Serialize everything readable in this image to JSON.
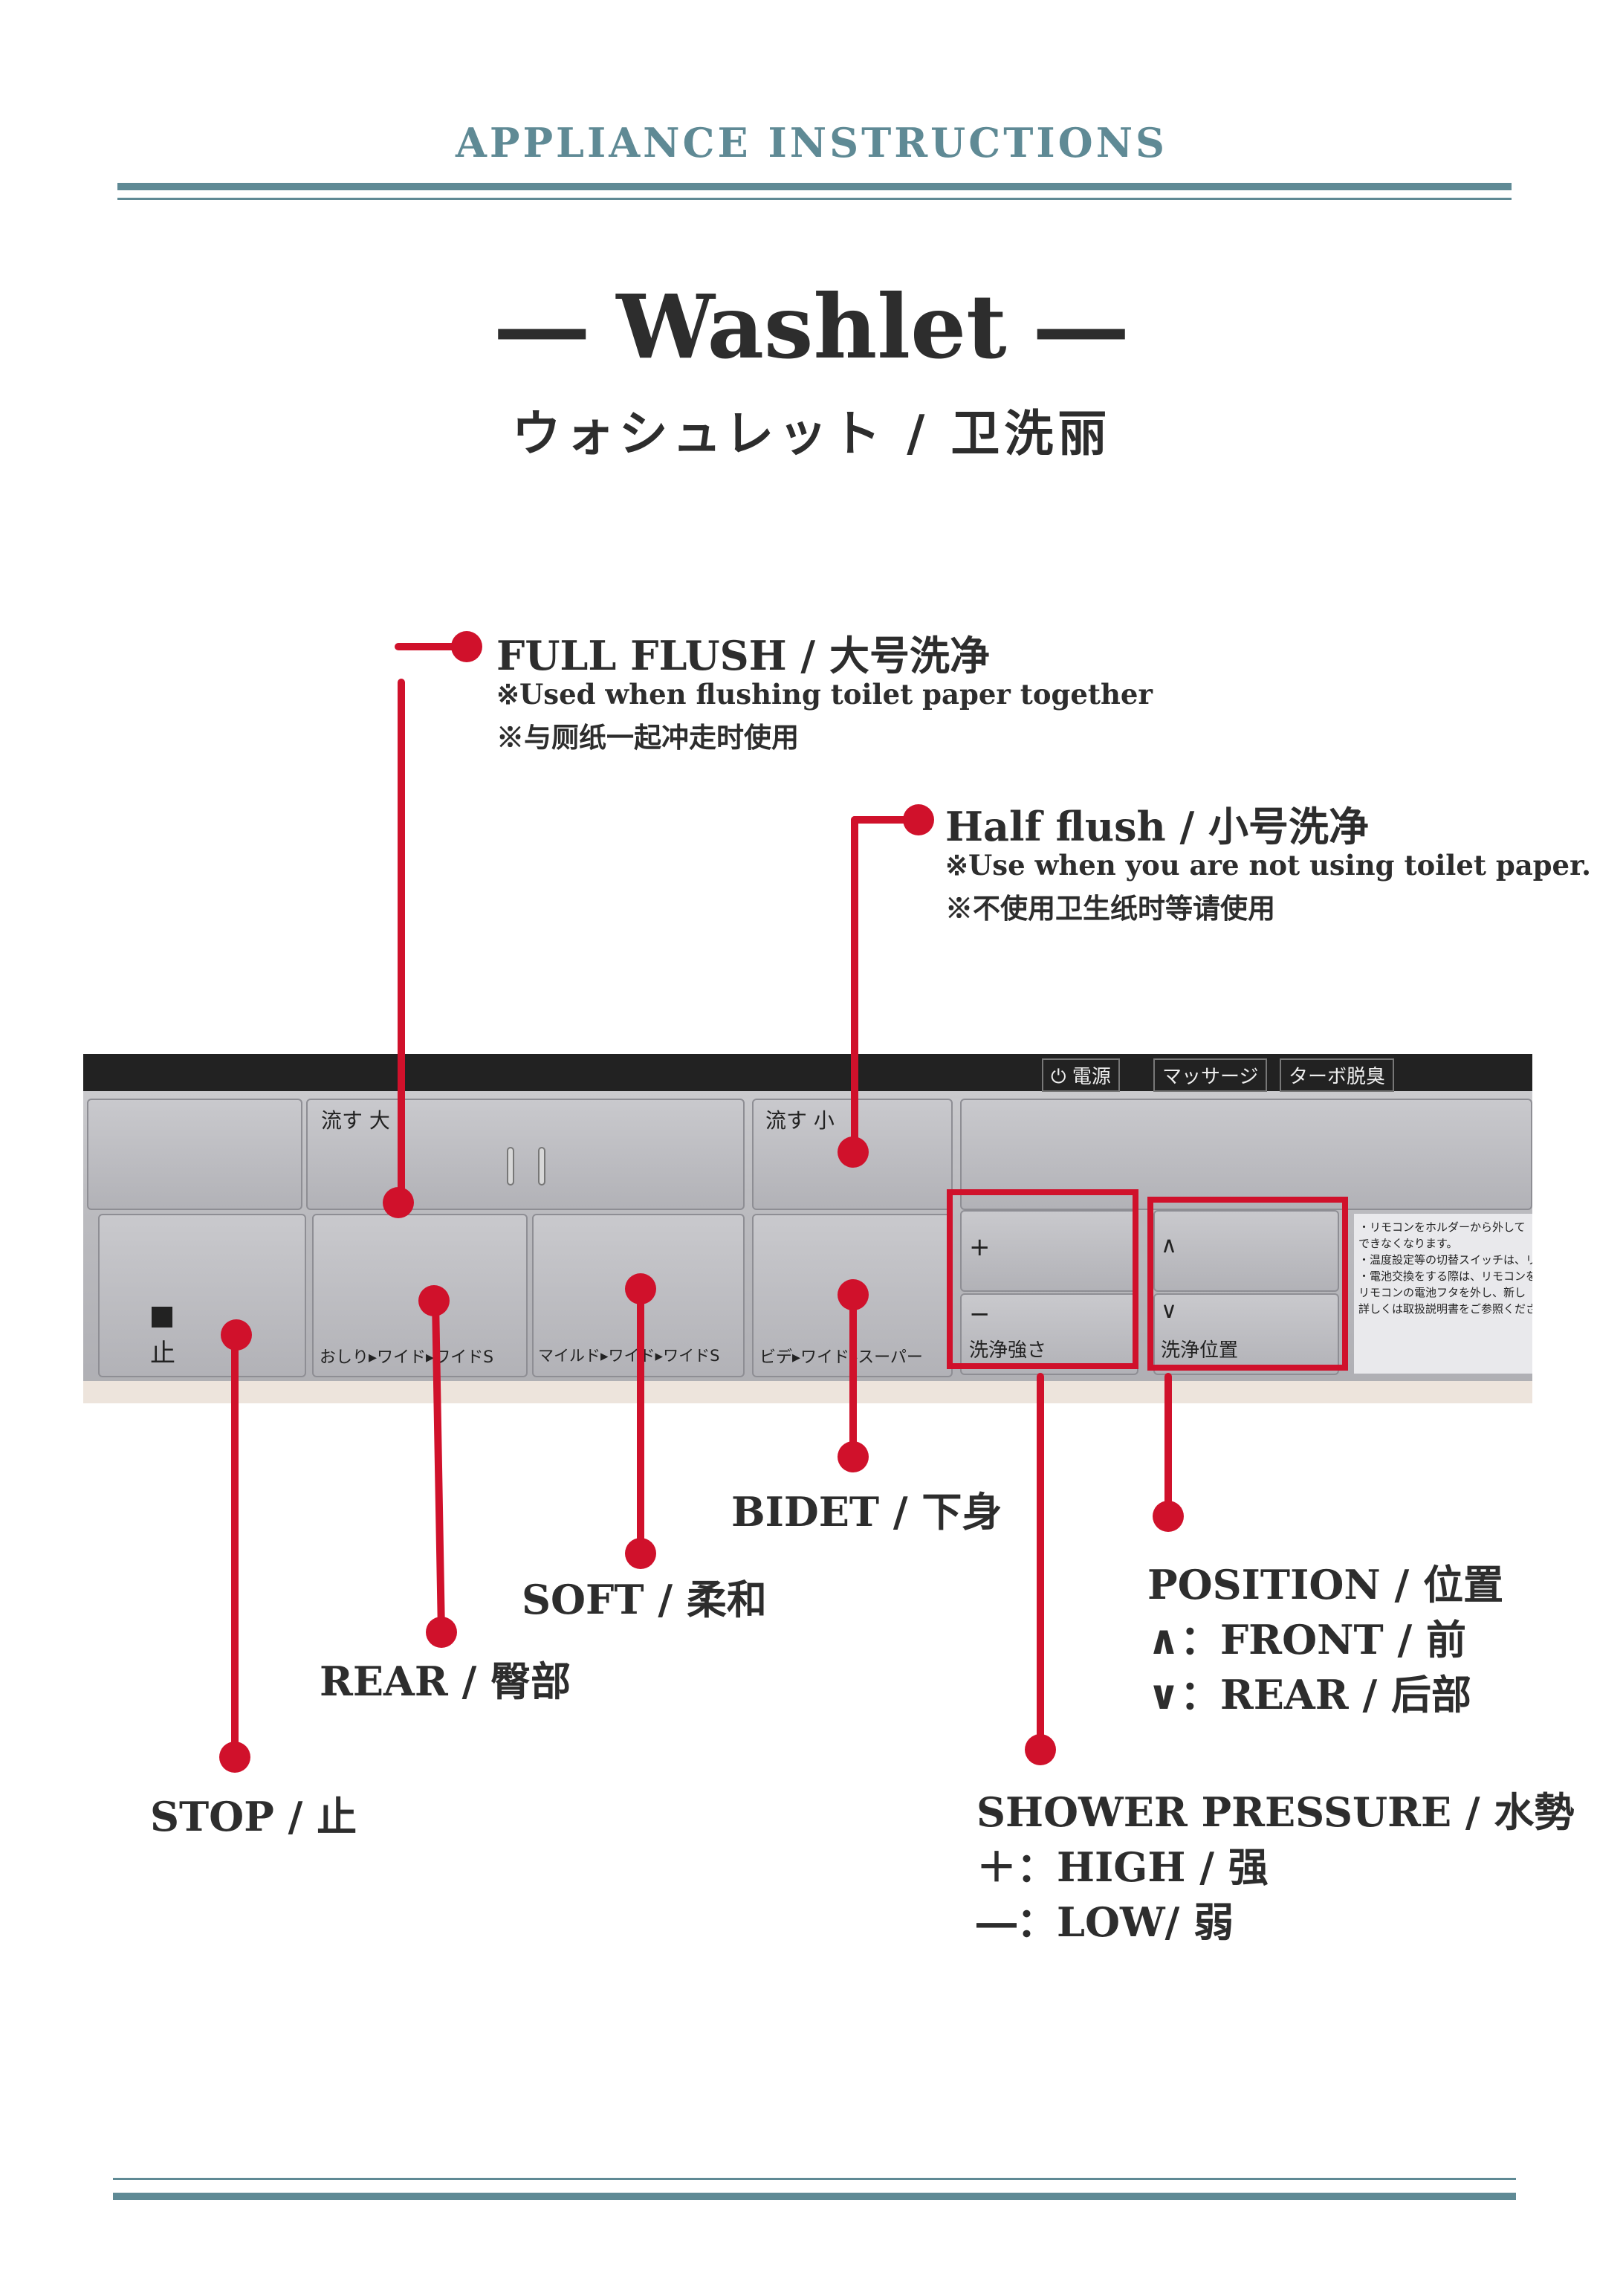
{
  "header": {
    "title": "APPLIANCE  INSTRUCTIONS"
  },
  "title": {
    "main": "― Washlet ―",
    "sub": "ウォシュレット / 卫洗丽"
  },
  "callouts": {
    "full_flush": {
      "label": "FULL FLUSH / 大号洗净",
      "note1": "※Used when flushing toilet paper together",
      "note2": "※与厕纸一起冲走时使用"
    },
    "half_flush": {
      "label": "Half flush / 小号洗净",
      "note1": "※Use when you are not using toilet paper.",
      "note2": "※不使用卫生纸时等请使用"
    },
    "bidet": {
      "label": "BIDET / 下身"
    },
    "soft": {
      "label": "SOFT / 柔和"
    },
    "rear": {
      "label": "REAR / 臀部"
    },
    "stop": {
      "label": "STOP / 止"
    },
    "position": {
      "label": "POSITION / 位置",
      "line1": "∧：FRONT / 前",
      "line2": "∨：REAR / 后部"
    },
    "pressure": {
      "label": "SHOWER PRESSURE / 水勢",
      "line1": "＋：HIGH / 强",
      "line2": "―：LOW/ 弱"
    }
  },
  "panel_text": {
    "power": "⏻ 電源",
    "massage": "マッサージ",
    "turbo": "ターボ脱臭",
    "flush_large": "流す 大",
    "flush_small": "流す 小",
    "stop": "止",
    "oshiri": "おしり▸ワイド▸ワイドS",
    "mild": "マイルド▸ワイド▸ワイドS",
    "bidet": "ビデ▸ワイド▸スーパー",
    "plus": "+",
    "minus": "−",
    "pressure": "洗浄強さ",
    "up": "∧",
    "down": "∨",
    "position": "洗浄位置",
    "remote_note1": "・リモコンをホルダーから外して",
    "remote_note2": "できなくなります。",
    "remote_note3": "・温度設定等の切替スイッチは、リモ",
    "remote_note4": "・電池交換をする際は、リモコンを外",
    "remote_note5": "リモコンの電池フタを外し、新し",
    "remote_note6": "詳しくは取扱説明書をご参照ください。"
  },
  "colors": {
    "accent": "#d0112b",
    "rule": "#5f8a95"
  }
}
